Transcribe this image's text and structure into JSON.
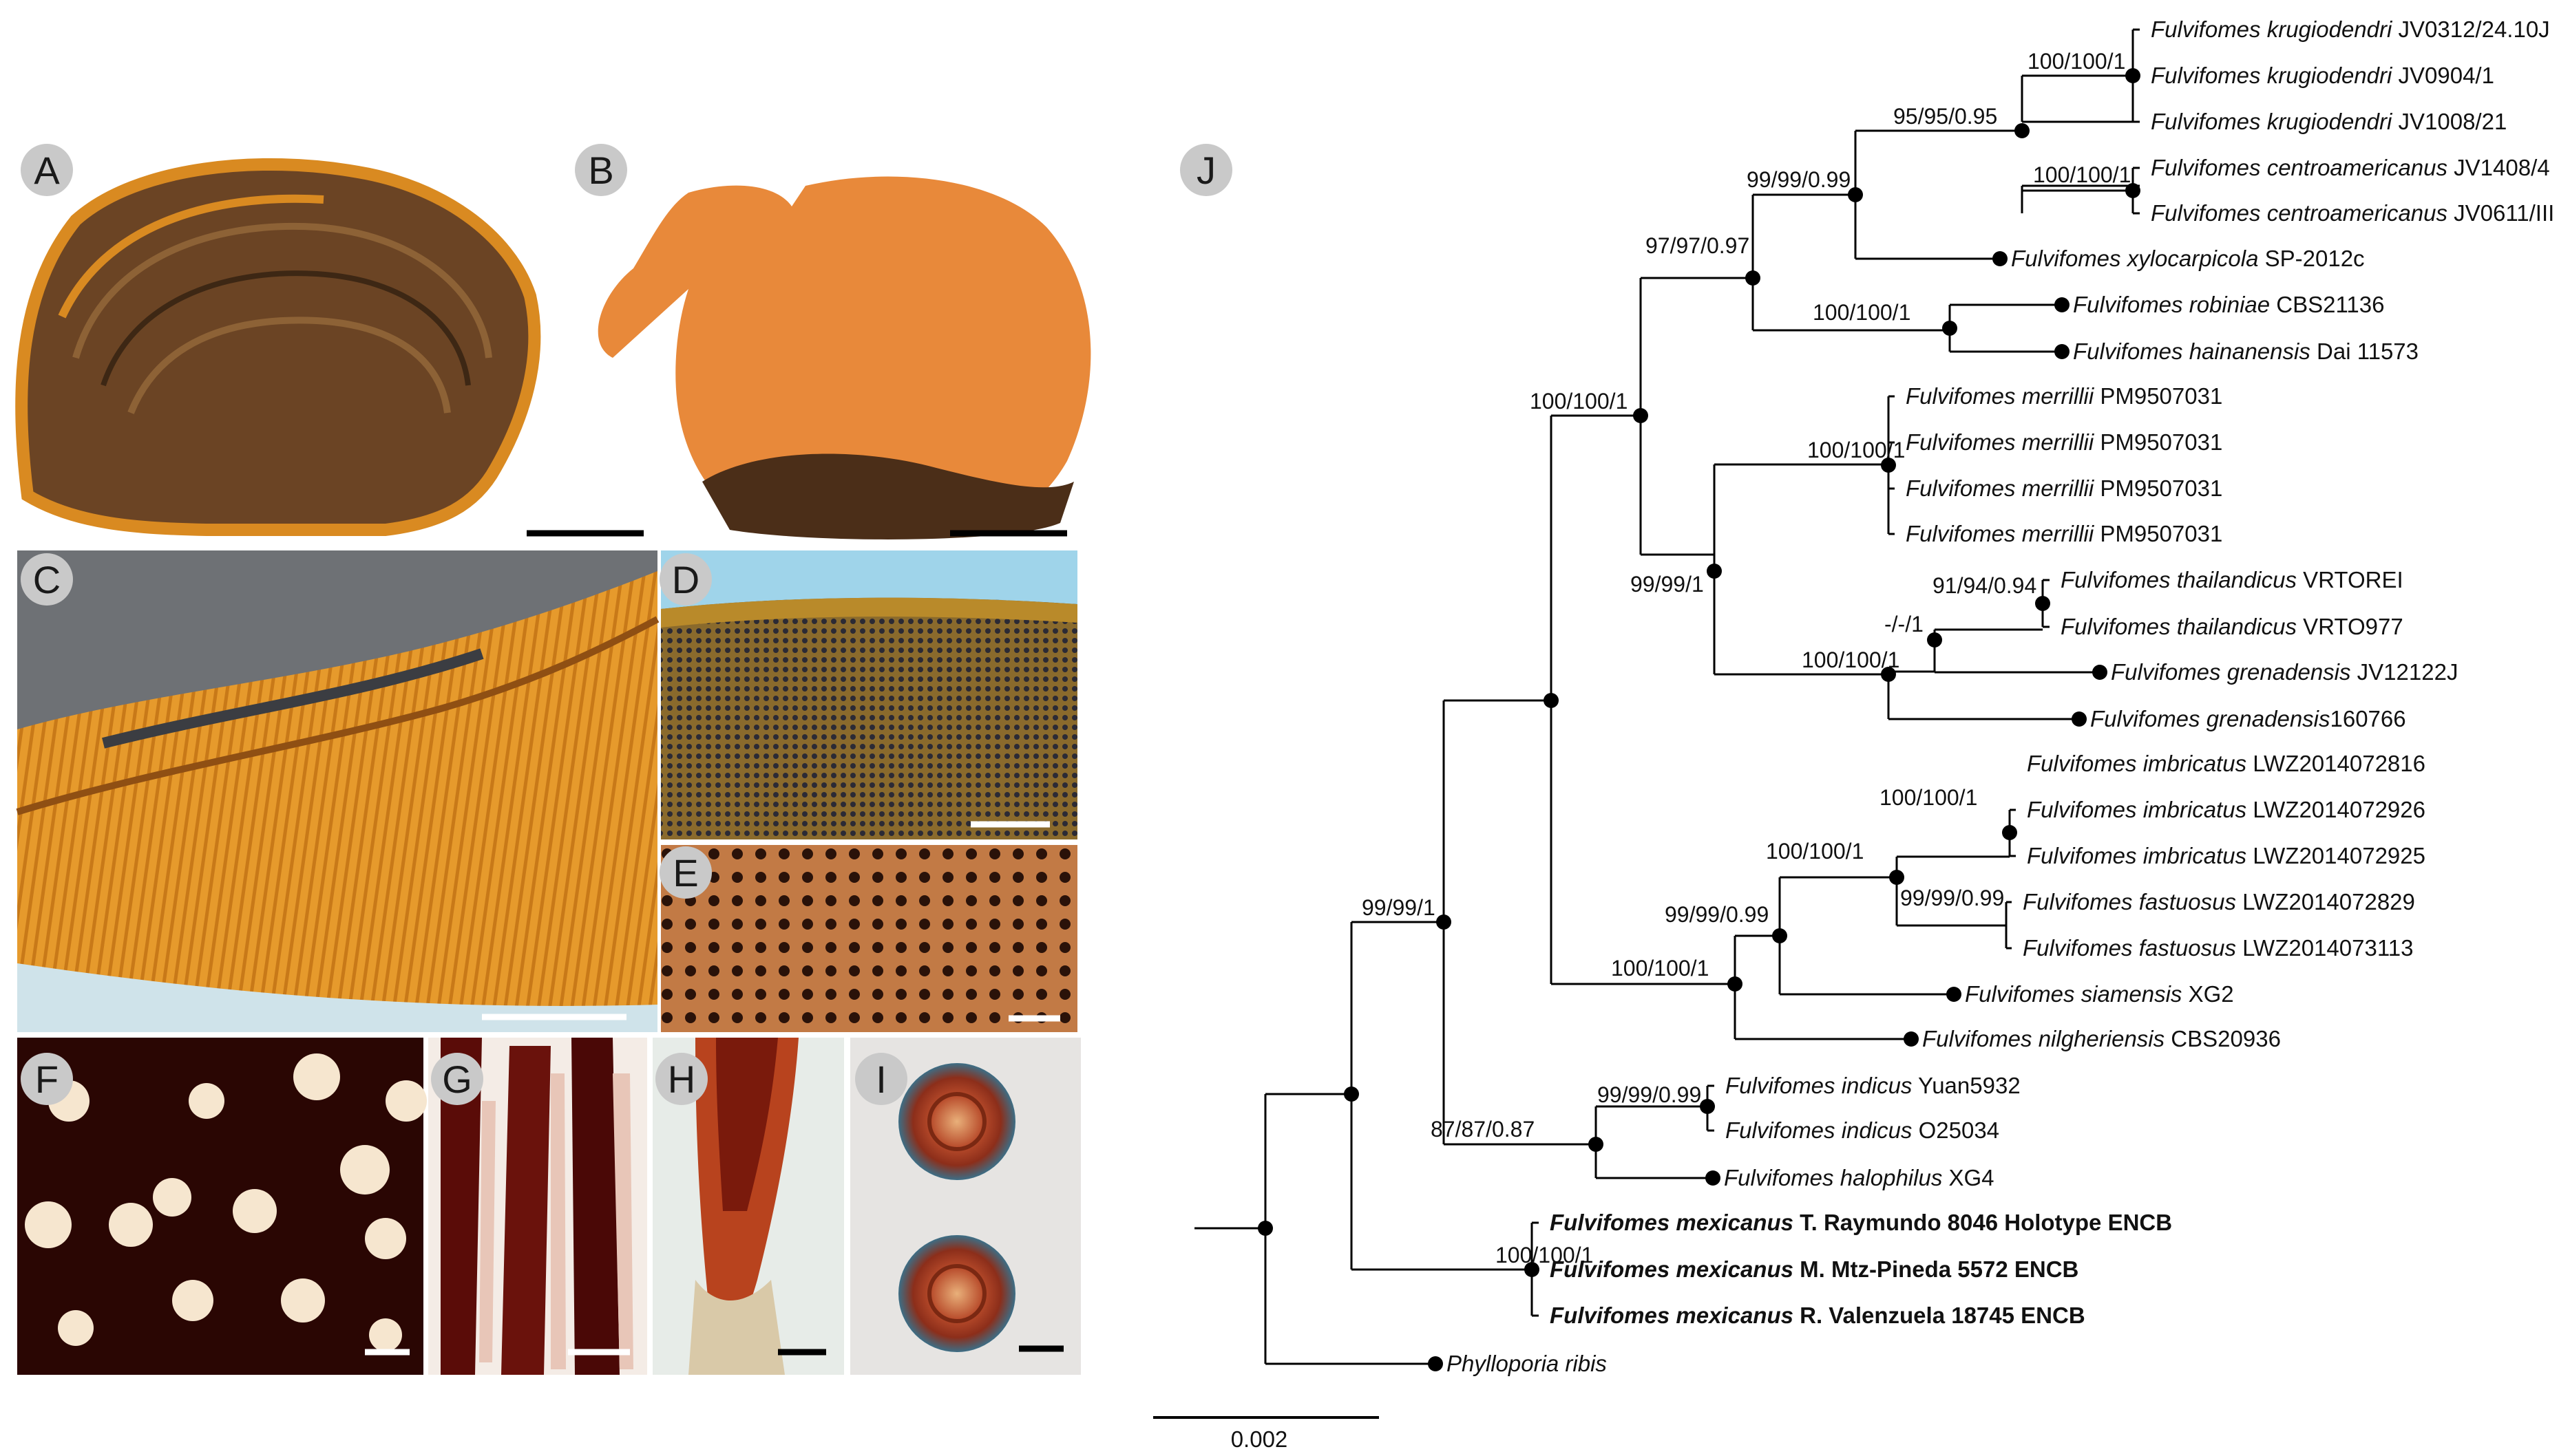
{
  "panels": [
    "A",
    "B",
    "C",
    "D",
    "E",
    "F",
    "G",
    "H",
    "I",
    "J"
  ],
  "tree": {
    "scale_label": "0.002",
    "support": [
      "100/100/1",
      "95/95/0.95",
      "100/100/1",
      "99/99/0.99",
      "97/97/0.97",
      "100/100/1",
      "100/100/1",
      "100/100/1",
      "99/99/1",
      "91/94/0.94",
      "-/-/1",
      "100/100/1",
      "100/100/1",
      "100/100/1",
      "99/99/0.99",
      "100/100/1",
      "99/99/0.99",
      "99/99/1",
      "87/87/0.87",
      "99/99/0.99",
      "100/100/1"
    ],
    "taxa": [
      {
        "name": "Fulvifomes krugiodendri",
        "voucher": "JV0312/24.10J",
        "bold": false
      },
      {
        "name": "Fulvifomes krugiodendri",
        "voucher": "JV0904/1",
        "bold": false
      },
      {
        "name": "Fulvifomes krugiodendri",
        "voucher": "JV1008/21",
        "bold": false
      },
      {
        "name": "Fulvifomes centroamericanus",
        "voucher": "JV1408/4",
        "bold": false
      },
      {
        "name": "Fulvifomes centroamericanus",
        "voucher": "JV0611/III",
        "bold": false
      },
      {
        "name": "Fulvifomes xylocarpicola",
        "voucher": "SP-2012c",
        "bold": false
      },
      {
        "name": "Fulvifomes robiniae",
        "voucher": "CBS21136",
        "bold": false
      },
      {
        "name": "Fulvifomes hainanensis",
        "voucher": "Dai 11573",
        "bold": false
      },
      {
        "name": "Fulvifomes merrillii",
        "voucher": "PM9507031",
        "bold": false
      },
      {
        "name": "Fulvifomes merrillii",
        "voucher": "PM9507031",
        "bold": false
      },
      {
        "name": "Fulvifomes merrillii",
        "voucher": "PM9507031",
        "bold": false
      },
      {
        "name": "Fulvifomes merrillii",
        "voucher": "PM9507031",
        "bold": false
      },
      {
        "name": "Fulvifomes thailandicus",
        "voucher": "VRTOREI",
        "bold": false
      },
      {
        "name": "Fulvifomes thailandicus",
        "voucher": "VRTO977",
        "bold": false
      },
      {
        "name": "Fulvifomes grenadensis",
        "voucher": "JV12122J",
        "bold": false
      },
      {
        "name": "Fulvifomes grenadensis",
        "voucher": "160766",
        "bold": false
      },
      {
        "name": "Fulvifomes imbricatus",
        "voucher": "LWZ2014072816",
        "bold": false
      },
      {
        "name": "Fulvifomes imbricatus",
        "voucher": "LWZ2014072926",
        "bold": false
      },
      {
        "name": "Fulvifomes imbricatus",
        "voucher": "LWZ2014072925",
        "bold": false
      },
      {
        "name": "Fulvifomes fastuosus",
        "voucher": "LWZ2014072829",
        "bold": false
      },
      {
        "name": "Fulvifomes fastuosus",
        "voucher": "LWZ2014073113",
        "bold": false
      },
      {
        "name": "Fulvifomes siamensis",
        "voucher": "XG2",
        "bold": false
      },
      {
        "name": "Fulvifomes nilgheriensis",
        "voucher": "CBS20936",
        "bold": false
      },
      {
        "name": "Fulvifomes indicus",
        "voucher": "Yuan5932",
        "bold": false
      },
      {
        "name": "Fulvifomes indicus",
        "voucher": "O25034",
        "bold": false
      },
      {
        "name": "Fulvifomes halophilus",
        "voucher": "XG4",
        "bold": false
      },
      {
        "name": "Fulvifomes mexicanus",
        "voucher": "T. Raymundo 8046 Holotype ENCB",
        "bold": true
      },
      {
        "name": "Fulvifomes mexicanus",
        "voucher": "M. Mtz-Pineda 5572 ENCB",
        "bold": true
      },
      {
        "name": "Fulvifomes mexicanus",
        "voucher": "R. Valenzuela 18745 ENCB",
        "bold": true
      },
      {
        "name": "Phylloporia ribis",
        "voucher": "",
        "bold": false
      }
    ]
  },
  "colors": {
    "fungus_orange": "#d9751f",
    "fungus_dark": "#5b3a1e",
    "micro_dark": "#3a0a06",
    "spore_red": "#c0452a",
    "sky_blue": "#9fd4ea"
  }
}
